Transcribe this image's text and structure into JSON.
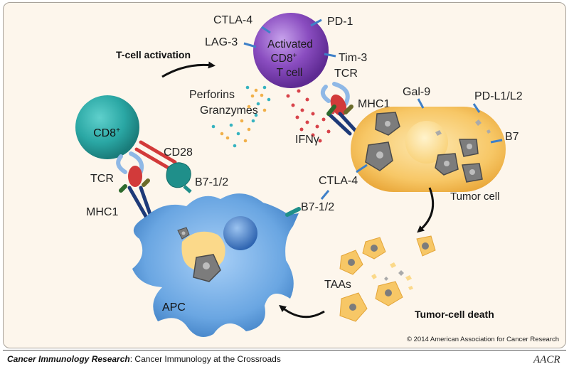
{
  "labels": {
    "ctla4_top": "CTLA-4",
    "pd1": "PD-1",
    "lag3": "LAG-3",
    "tim3": "Tim-3",
    "activated_line1": "Activated",
    "activated_line2": "CD8",
    "activated_sup": "+",
    "activated_line3": "T cell",
    "tcell_activation": "T-cell activation",
    "perforins": "Perforins",
    "granzymes": "Granzymes",
    "tcr_top": "TCR",
    "mhc1_top": "MHC1",
    "ifng": "IFNγ",
    "gal9": "Gal-9",
    "pdl1l2": "PD-L1/L2",
    "b7_tumor": "B7",
    "cd8_naive": "CD8",
    "cd8_sup": "+",
    "cd28": "CD28",
    "tcr_left": "TCR",
    "b7_12_upper": "B7-1/2",
    "mhc1_left": "MHC1",
    "ctla4_mid": "CTLA-4",
    "b7_12_lower": "B7-1/2",
    "tumor_cell": "Tumor cell",
    "taas": "TAAs",
    "tumor_cell_death": "Tumor-cell death",
    "apc": "APC"
  },
  "copyright": "© 2014  American Association for Cancer Research",
  "footer": {
    "journal": "Cancer Immunology Research",
    "subtitle": ": Cancer Immunology at the Crossroads",
    "logo_text": "AACR"
  },
  "colors": {
    "background": "#fdf6ec",
    "activated_tcell": "#8a4dc0",
    "naive_tcell": "#2aa7a4",
    "tumor_cell": "#f7c766",
    "apc": "#6aa6e2",
    "receptor_line": "#3f80c8",
    "arrow": "#111111"
  }
}
